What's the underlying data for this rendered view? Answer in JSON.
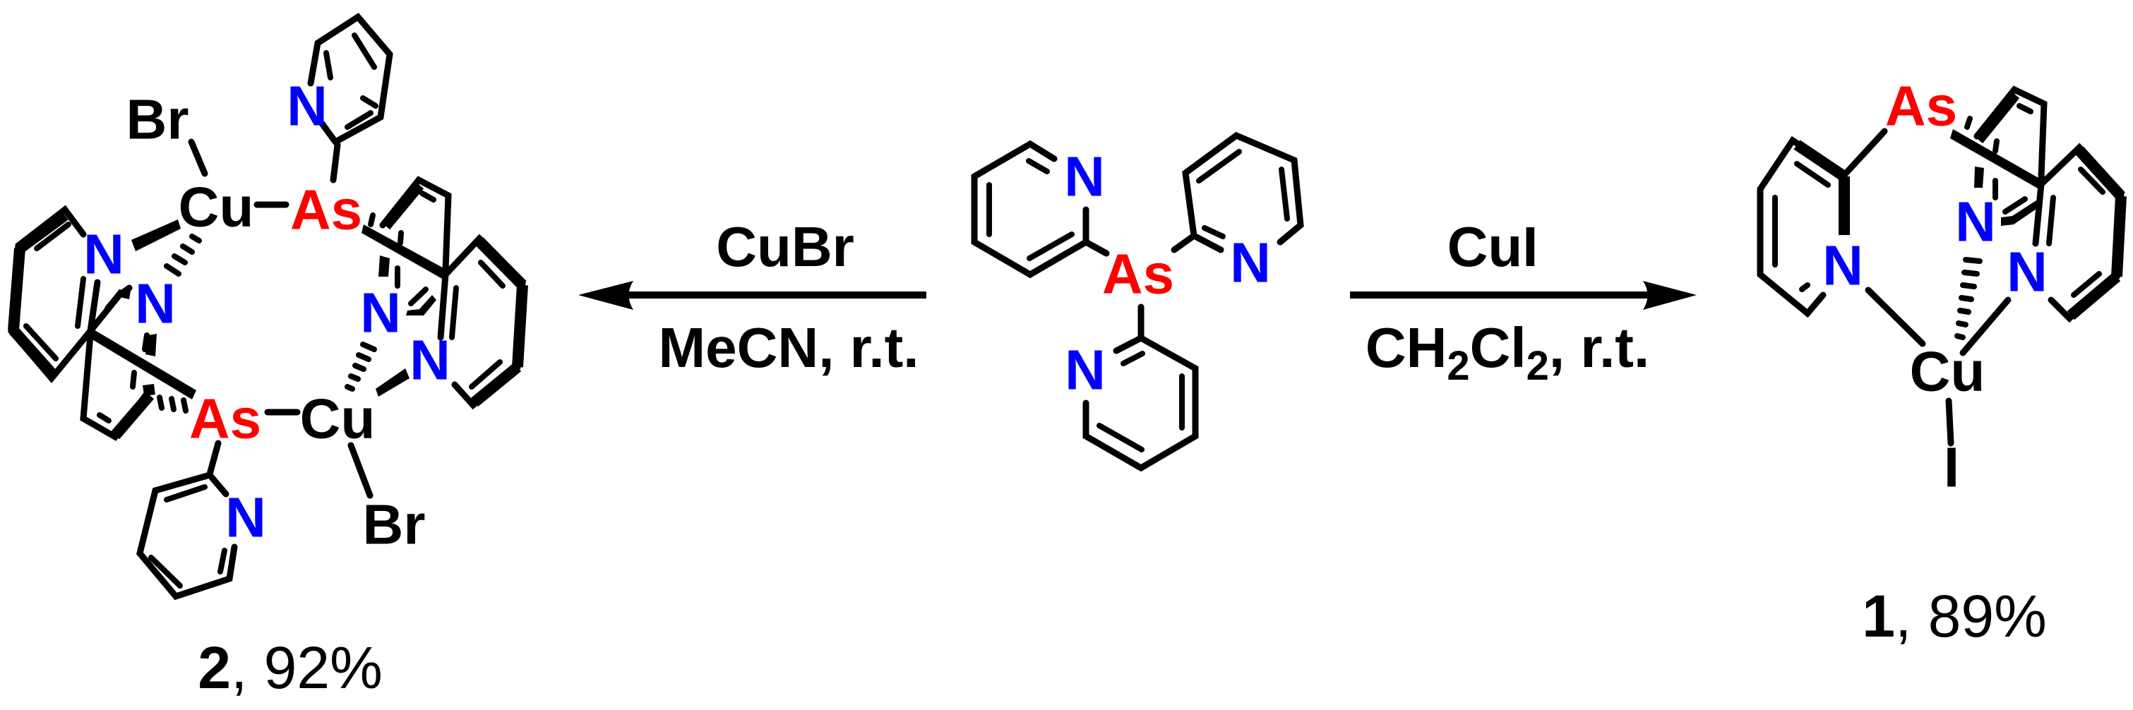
{
  "scheme": {
    "colors": {
      "nitrogen": "#0000ff",
      "arsenic": "#ff0000",
      "bonds": "#000000",
      "background": "#ffffff"
    },
    "reactant": {
      "name": "tris(2-pyridyl)arsine",
      "atoms": {
        "as": "As",
        "n1": "N",
        "n2": "N",
        "n3": "N"
      }
    },
    "left_arrow": {
      "direction": "left",
      "reagent_above": "CuBr",
      "conditions_below": {
        "prefix": "MeCN, r.t."
      }
    },
    "right_arrow": {
      "direction": "right",
      "reagent_above": "CuI",
      "conditions_below": {
        "c": "CH",
        "sub1": "2",
        "cl": "Cl",
        "sub2": "2",
        "suffix": ", r.t."
      }
    },
    "product_2": {
      "atoms": {
        "br_top": "Br",
        "cu_top": "Cu",
        "as_top": "As",
        "n_top_pyr": "N",
        "n_left_upper": "N",
        "n_left_lower": "N",
        "n_right_upper": "N",
        "n_right_lower": "N",
        "as_bottom": "As",
        "cu_bottom": "Cu",
        "br_bottom": "Br",
        "n_bottom_pyr": "N"
      },
      "label": {
        "compound": "2",
        "yield": ", 92%"
      }
    },
    "product_1": {
      "atoms": {
        "as": "As",
        "cu": "Cu",
        "i": "I",
        "n_left": "N",
        "n_middle": "N",
        "n_right": "N"
      },
      "label": {
        "compound": "1",
        "yield": ", 89%"
      }
    }
  }
}
